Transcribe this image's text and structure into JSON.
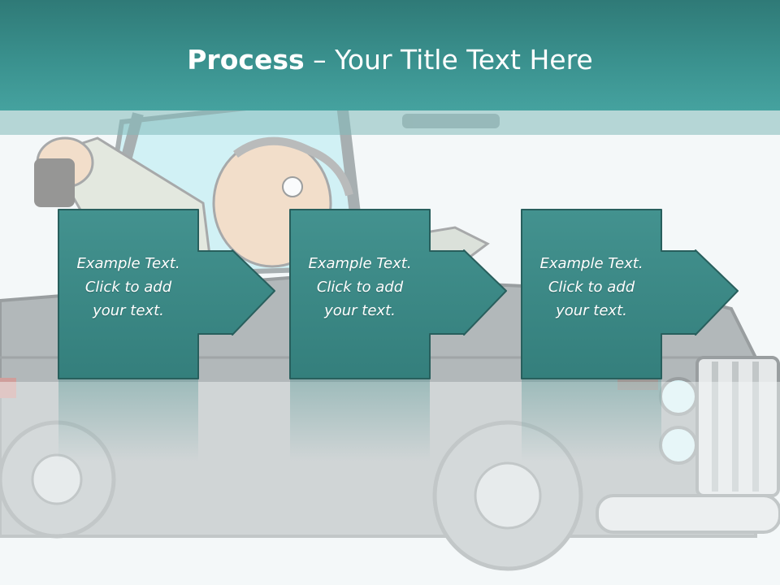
{
  "title": {
    "bold": "Process",
    "rest": " – Your Title Text Here"
  },
  "steps": [
    {
      "lines": [
        "Example Text.",
        "Click  to add",
        "your text."
      ]
    },
    {
      "lines": [
        "Example Text.",
        "Click  to add",
        "your text."
      ]
    },
    {
      "lines": [
        "Example Text.",
        "Click  to add",
        "your text."
      ]
    }
  ],
  "colors": {
    "title_bar": "#3a918e",
    "box_fill": "#3d8a87",
    "box_border": "#2a6a68",
    "background": "#f4f8f9"
  }
}
